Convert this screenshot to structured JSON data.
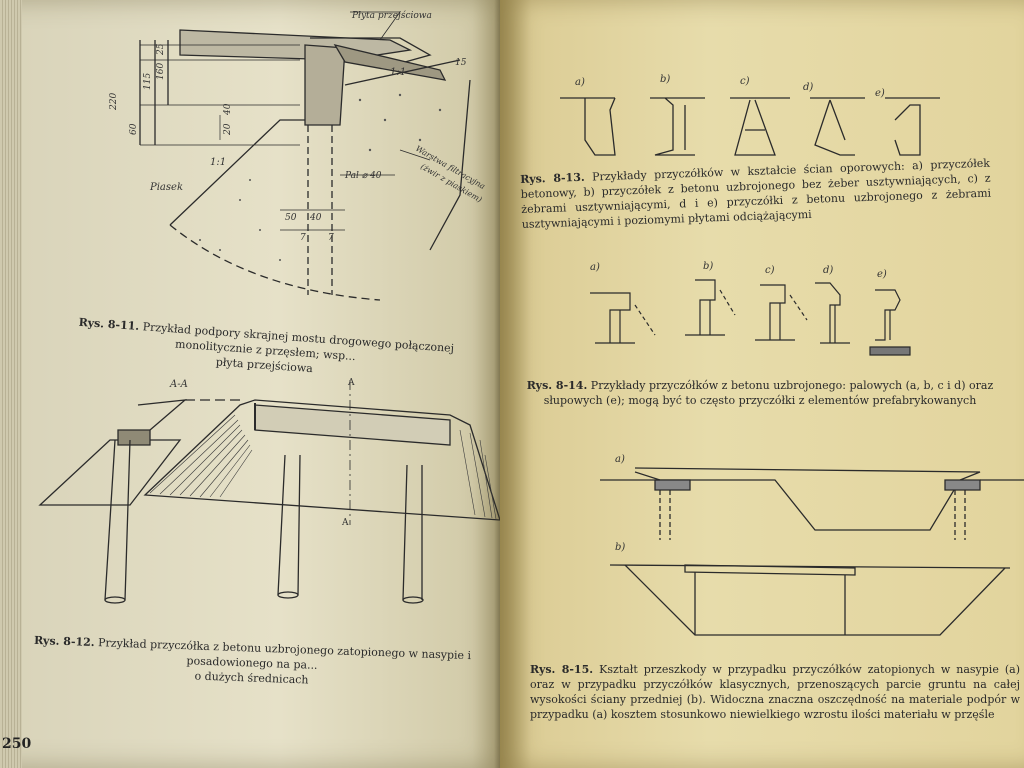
{
  "left_page": {
    "page_number": "250",
    "fig_8_11": {
      "labels": {
        "plate": "Płyta przejściowa",
        "slope": "1:1",
        "slope2": "1:1",
        "sand": "Piasek",
        "pile": "Pal ⌀ 40",
        "filter": "Warstwa filtracyjna",
        "filter2": "(żwir z piaskiem)"
      },
      "dims": [
        "220",
        "60",
        "115",
        "160",
        "25",
        "20",
        "40",
        "50",
        "40",
        "7",
        "7",
        "15"
      ],
      "caption_no": "Rys. 8-11.",
      "caption_text": "Przykład podpory skrajnej mostu drogowego połączonej monolitycznie z przęsłem; wsp...",
      "caption_line2": "płyta przejściowa"
    },
    "fig_8_12": {
      "labels": {
        "section": "A-A",
        "cut_top": "A",
        "cut_bottom": "A"
      },
      "caption_no": "Rys. 8-12.",
      "caption_text": "Przykład przyczółka z betonu uzbrojonego zatopionego w nasypie i posadowionego na pa...",
      "caption_line2": "o dużych średnicach"
    }
  },
  "right_page": {
    "fig_8_13": {
      "sub_labels": [
        "a)",
        "b)",
        "c)",
        "d)",
        "e)"
      ],
      "caption_no": "Rys. 8-13.",
      "caption_text": "Przykłady przyczółków w kształcie ścian oporowych: a) przyczółek betonowy, b) przyczółek z betonu uzbrojonego bez żeber usztywniających, c) z żebrami usztywniającymi, d i e) przyczółki z betonu uzbrojonego z żebrami usztywniającymi i poziomymi płytami odciążającymi"
    },
    "fig_8_14": {
      "sub_labels": [
        "a)",
        "b)",
        "c)",
        "d)",
        "e)"
      ],
      "caption_no": "Rys. 8-14.",
      "caption_text": "Przykłady przyczółków z betonu uzbrojonego: palowych (a, b, c i d) oraz słupowych (e); mogą być to często przyczółki z elementów prefabrykowanych"
    },
    "fig_8_15": {
      "sub_labels": [
        "a)",
        "b)"
      ],
      "caption_no": "Rys. 8-15.",
      "caption_text": "Kształt przeszkody w przypadku przyczółków zatopionych w nasypie (a) oraz w przypadku przyczółków klasycznych, przenoszących parcie gruntu na całej wysokości ściany przedniej (b). Widoczna znaczna oszczędność na materiale podpór w przypadku (a) kosztem stosunkowo niewielkiego wzrostu ilości materiału w przęśle"
    }
  },
  "colors": {
    "ink": "#2a2a2a",
    "left_paper": "#e2ddc3",
    "right_paper": "#e4d8a3"
  }
}
